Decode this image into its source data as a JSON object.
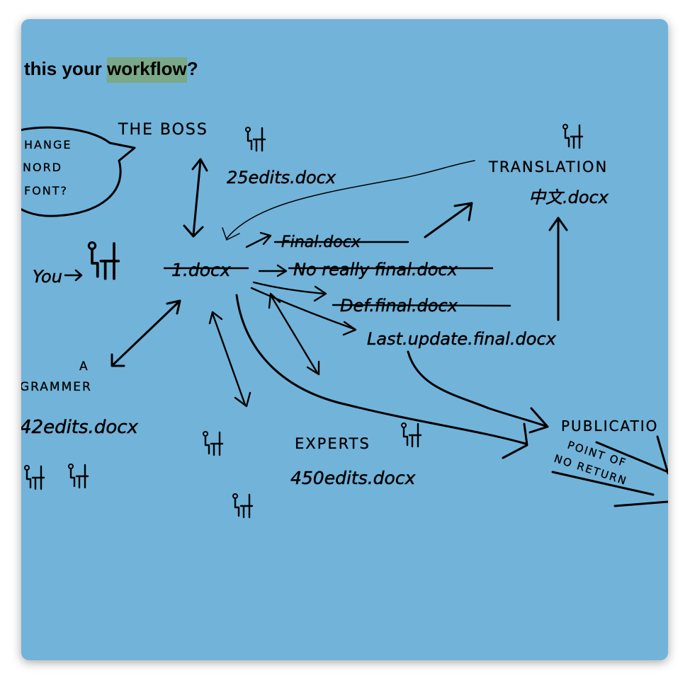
{
  "title": {
    "prefix": "this your ",
    "highlight": "workflow",
    "suffix": "?"
  },
  "colors": {
    "background": "#72b3d9",
    "highlight": "#79a988",
    "ink": "#000000"
  },
  "sketch": {
    "speech_bubble": [
      "HANGE",
      "NORD",
      "FONT?"
    ],
    "boss_label": "THE BOSS",
    "boss_file": "25edits.docx",
    "you_label": "You",
    "file_1": "1.docx",
    "file_final": "Final.docx",
    "file_no_really": "No really final.docx",
    "file_def": "Def.final.docx",
    "file_last": "Last.update.final.docx",
    "translation_label": "TRANSLATION",
    "translation_file": "中文.docx",
    "grammar_a": "A",
    "grammar_label": "GRAMMER",
    "grammar_file": "42edits.docx",
    "experts_label": "EXPERTS",
    "experts_file": "450edits.docx",
    "publication_label": "PUBLICATIO",
    "point_of": "POINT OF",
    "no_return": "NO RETURN"
  }
}
